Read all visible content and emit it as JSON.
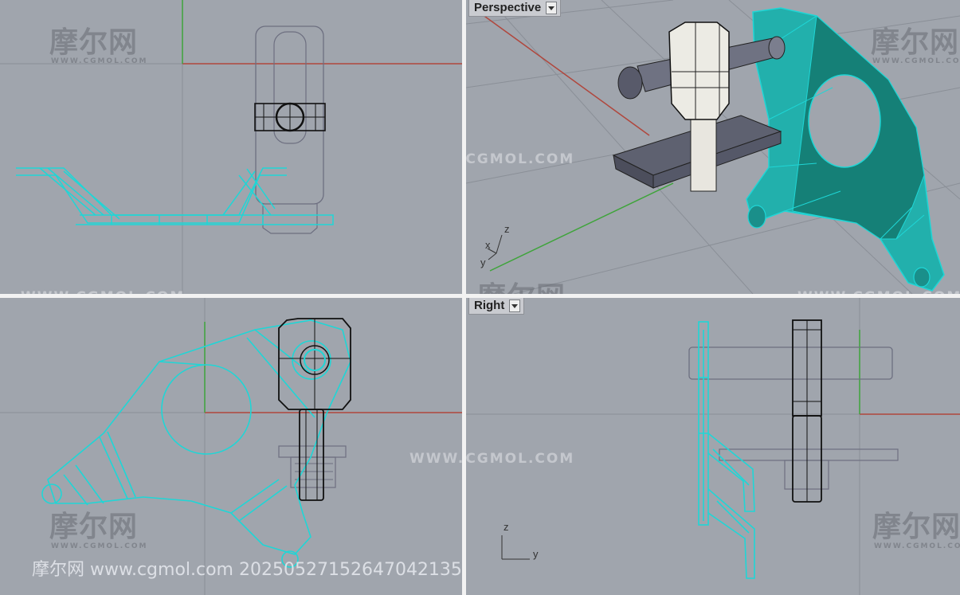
{
  "viewports": {
    "top_left": {
      "label": ""
    },
    "perspective": {
      "label": "Perspective"
    },
    "front_left": {
      "label": ""
    },
    "right": {
      "label": "Right"
    }
  },
  "axis_labels": {
    "x": "x",
    "y": "y",
    "z": "z"
  },
  "watermarks": {
    "logo_text": "摩尔网",
    "logo_sub": "WWW.CGMOL.COM",
    "center_url": "WWW.CGMOL.COM",
    "bottom_stamp": "摩尔网 www.cgmol.com 20250527152647042135"
  },
  "colors": {
    "viewport_bg": "#a0a5ad",
    "selected": "#1fd6d6",
    "x_axis": "#b0473d",
    "y_axis": "#3ea43a"
  },
  "icons": {
    "dropdown": "chevron-down-icon"
  }
}
